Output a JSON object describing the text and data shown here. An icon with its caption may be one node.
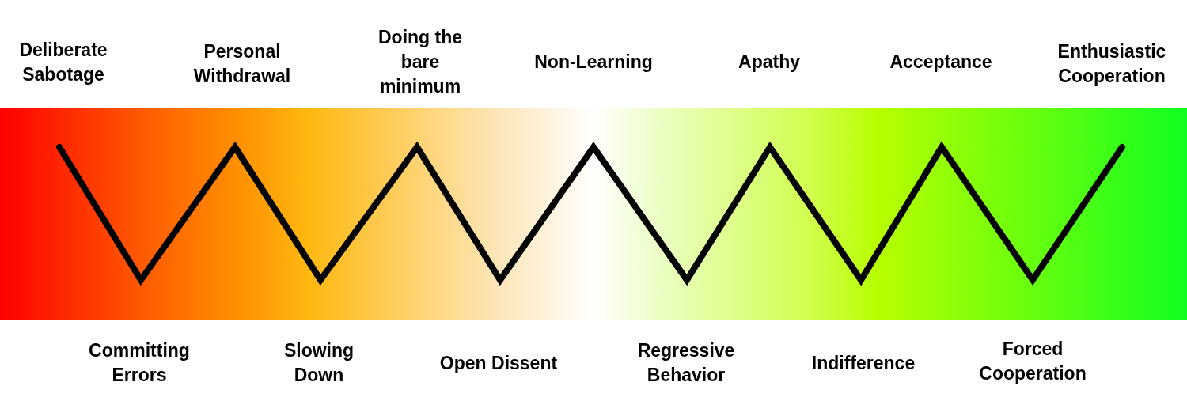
{
  "diagram": {
    "labels": [
      "Deliberate Sabotage",
      "Personal Withdrawal",
      "Doing the bare minimum",
      "Non-Learning",
      "Apathy",
      "Acceptance",
      "Enthusiastic Cooperation",
      "Committing Errors",
      "Slowing Down",
      "Open Dissent",
      "Regressive Behavior",
      "Indifference",
      "Forced Cooperation"
    ]
  }
}
